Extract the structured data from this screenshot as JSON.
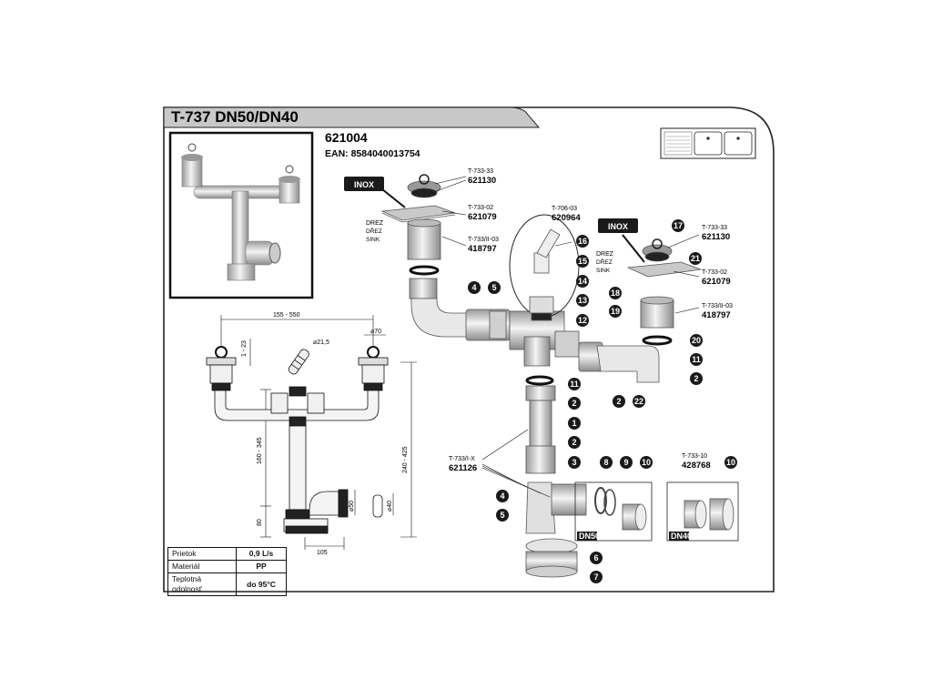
{
  "title": "T-737 DN50/DN40",
  "product_code": "621004",
  "ean": "EAN: 8584040013754",
  "inox_label": "INOX",
  "sink_labels": [
    "DREZ",
    "DŘEZ",
    "SINK"
  ],
  "refs": {
    "left_top_model": "T-733-33",
    "left_top_code": "621130",
    "left_mid_model": "T-733-02",
    "left_mid_code": "621079",
    "left_bot_model": "T-733/II-03",
    "left_bot_code": "418797",
    "center_model": "T-706-03",
    "center_code": "620964",
    "right_top_model": "T-733-33",
    "right_top_code": "621130",
    "right_mid_model": "T-733-02",
    "right_mid_code": "621079",
    "right_bot_model": "T-733/II-03",
    "right_bot_code": "418797",
    "lower_model": "T-733/I-X",
    "lower_code": "621126",
    "dn40_model": "T-733-10",
    "dn40_code": "428768"
  },
  "dn_labels": {
    "dn50": "DN50",
    "dn40": "DN40"
  },
  "dimensions": {
    "width": "155 - 550",
    "dia70": "⌀70",
    "dia215": "⌀21,5",
    "h123": "1 - 23",
    "h160": "160 - 345",
    "h240": "240 - 425",
    "h80": "80",
    "w105": "105",
    "dia50": "⌀50",
    "dia40": "⌀40"
  },
  "part_numbers": [
    "1",
    "2",
    "3",
    "4",
    "5",
    "6",
    "7",
    "8",
    "9",
    "10",
    "11",
    "12",
    "13",
    "14",
    "15",
    "16",
    "17",
    "18",
    "19",
    "20",
    "21",
    "22"
  ],
  "specs": [
    {
      "label": "Prietok",
      "value": "0,9 L/s"
    },
    {
      "label": "Materiál",
      "value": "PP"
    },
    {
      "label": "Teplotná odolnosť",
      "value": "do 95°C"
    }
  ],
  "colors": {
    "frame": "#222222",
    "title_bar": "#c8c8c8",
    "badge": "#1a1a1a",
    "part_fill": "#e4e4e4"
  }
}
